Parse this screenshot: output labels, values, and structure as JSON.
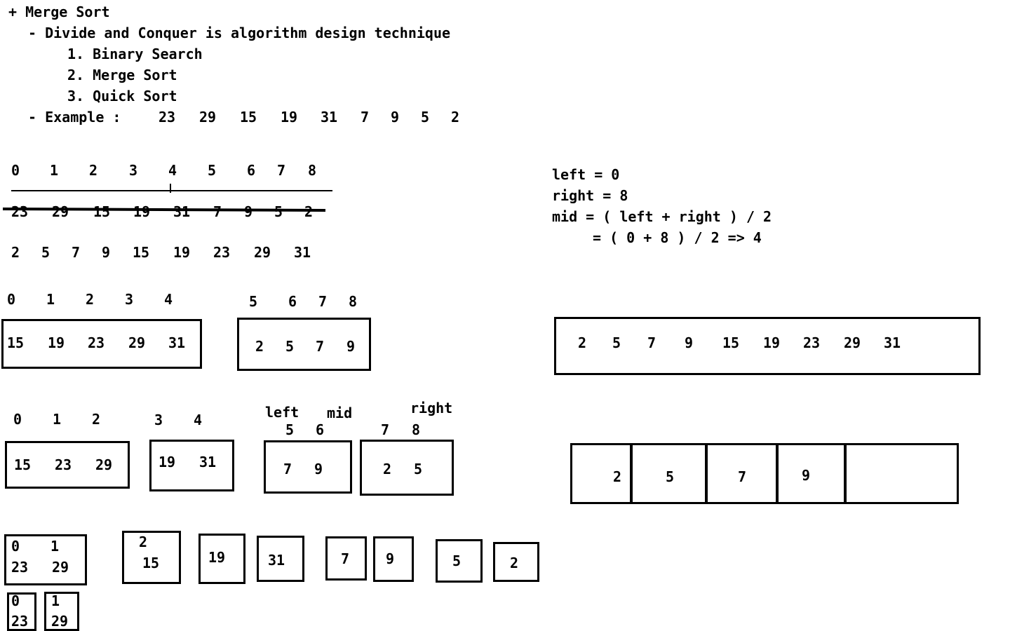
{
  "notes": {
    "heading": "+ Merge Sort",
    "bullet1": "- Divide and Conquer is algorithm design technique",
    "item1": "1. Binary Search",
    "item2": "2. Merge Sort",
    "item3": "3. Quick Sort",
    "example_label": "- Example :",
    "example_values": [
      "23",
      "29",
      "15",
      "19",
      "31",
      "7",
      "9",
      "5",
      "2"
    ]
  },
  "array": {
    "indices": [
      "0",
      "1",
      "2",
      "3",
      "4",
      "5",
      "6",
      "7",
      "8"
    ],
    "original": [
      "23",
      "29",
      "15",
      "19",
      "31",
      "7",
      "9",
      "5",
      "2"
    ],
    "sorted": [
      "2",
      "5",
      "7",
      "9",
      "15",
      "19",
      "23",
      "29",
      "31"
    ]
  },
  "calc": {
    "left": "left = 0",
    "right": "right = 8",
    "mid": "mid = ( left + right ) / 2",
    "mid_value": "= ( 0 + 8 ) / 2 => 4"
  },
  "level1": {
    "left_indices": [
      "0",
      "1",
      "2",
      "3",
      "4"
    ],
    "left_values": [
      "15",
      "19",
      "23",
      "29",
      "31"
    ],
    "right_indices": [
      "5",
      "6",
      "7",
      "8"
    ],
    "right_values": [
      "2",
      "5",
      "7",
      "9"
    ],
    "merged": [
      "2",
      "5",
      "7",
      "9",
      "15",
      "19",
      "23",
      "29",
      "31"
    ]
  },
  "level2": {
    "a_indices": [
      "0",
      "1",
      "2"
    ],
    "a_values": [
      "15",
      "23",
      "29"
    ],
    "b_indices": [
      "3",
      "4"
    ],
    "b_values": [
      "19",
      "31"
    ],
    "label_left": "left",
    "label_mid": "mid",
    "label_right": "right",
    "c_indices": [
      "5",
      "6"
    ],
    "c_values": [
      "7",
      "9"
    ],
    "d_indices": [
      "7",
      "8"
    ],
    "d_values": [
      "2",
      "5"
    ],
    "merge_cells": [
      "2",
      "5",
      "7",
      "9",
      ""
    ]
  },
  "level3": {
    "a_indices": [
      "0",
      "1"
    ],
    "a_values": [
      "23",
      "29"
    ],
    "b_index": "2",
    "b_value": "15",
    "singles": [
      "19",
      "31",
      "7",
      "9",
      "5",
      "2"
    ]
  },
  "level4": {
    "a_index": "0",
    "a_value": "23",
    "b_index": "1",
    "b_value": "29"
  }
}
